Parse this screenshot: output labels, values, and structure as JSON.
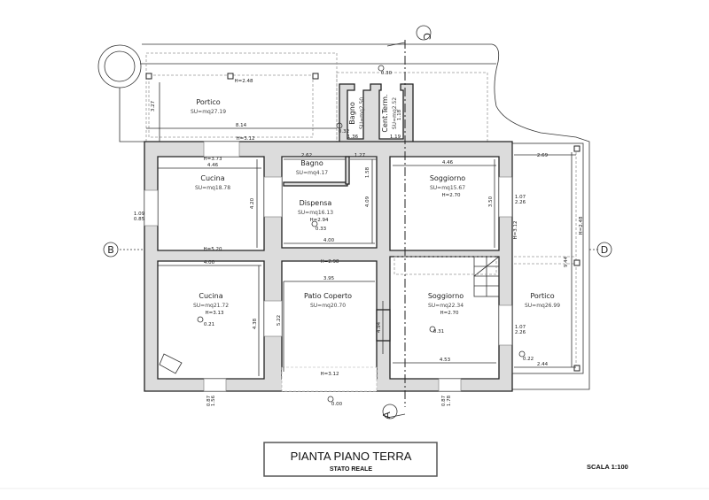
{
  "title": {
    "main": "PIANTA PIANO TERRA",
    "sub": "STATO REALE",
    "scale": "SCALA 1:100"
  },
  "axes": [
    "A",
    "B",
    "C",
    "D"
  ],
  "rooms": [
    {
      "name": "Portico",
      "su": "SU=mq27.19"
    },
    {
      "name": "Bagno",
      "su": "SU=mq2.50"
    },
    {
      "name": "Cent.Term.",
      "su": "SU=mq2.52"
    },
    {
      "name": "Bagno",
      "su": "SU=mq4.17"
    },
    {
      "name": "Cucina",
      "su": "SU=mq18.78"
    },
    {
      "name": "Dispensa",
      "su": "SU=mq16.13",
      "h": "H=2.94"
    },
    {
      "name": "Soggiorno",
      "su": "SU=mq15.67",
      "h": "H=2.70"
    },
    {
      "name": "Cucina",
      "su": "SU=mq21.72",
      "h": "H=3.13"
    },
    {
      "name": "Patio Coperto",
      "su": "SU=mq20.70"
    },
    {
      "name": "Soggiorno",
      "su": "SU=mq22.34",
      "h": "H=2.70"
    },
    {
      "name": "Portico",
      "su": "SU=mq26.99"
    }
  ],
  "dimensions": [
    "3.27",
    "8.14",
    "H=2.48",
    "H=3.12",
    "1.36",
    "1.19",
    "1.18",
    "0.30",
    "0.32",
    "2.62",
    "1.27",
    "1.58",
    "H=3.73",
    "4.46",
    "4.20",
    "1.09",
    "0.85",
    "H=5.20",
    "4.09",
    "4.00",
    "H=2.98",
    "4.00",
    "3.95",
    "5.22",
    "4.38",
    "0.21",
    "0.33",
    "H=3.12",
    "0.00",
    "4.46",
    "3.50",
    "1.07",
    "2.26",
    "H=3.12",
    "2.69",
    "9.44",
    "H=2.48",
    "4.94",
    "0.31",
    "4.53",
    "1.07",
    "2.26",
    "0.22",
    "2.44",
    "1.56",
    "0.87",
    "1.78",
    "0.87"
  ]
}
